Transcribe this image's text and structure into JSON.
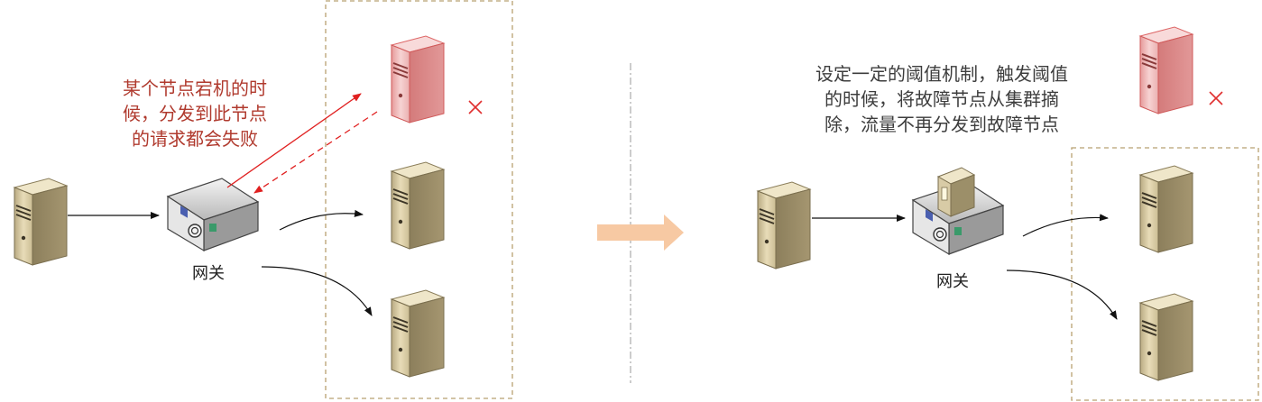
{
  "left_panel": {
    "annotation_lines": [
      "某个节点宕机的时",
      "候，分发到此节点",
      "的请求都会失败"
    ],
    "gateway_label": "网关",
    "fail_mark": "×"
  },
  "right_panel": {
    "annotation_lines": [
      "设定一定的阈值机制，触发阈值",
      "的时候，将故障节点从集群摘",
      "除，流量不再分发到故障节点"
    ],
    "gateway_label": "网关",
    "fail_mark": "×"
  },
  "colors": {
    "failed_node": "#f2b8b8",
    "server_body": "#d8cba6",
    "dashed_box": "#b8a070",
    "transition_arrow": "#f7c9a3",
    "error_line": "#e02020"
  }
}
